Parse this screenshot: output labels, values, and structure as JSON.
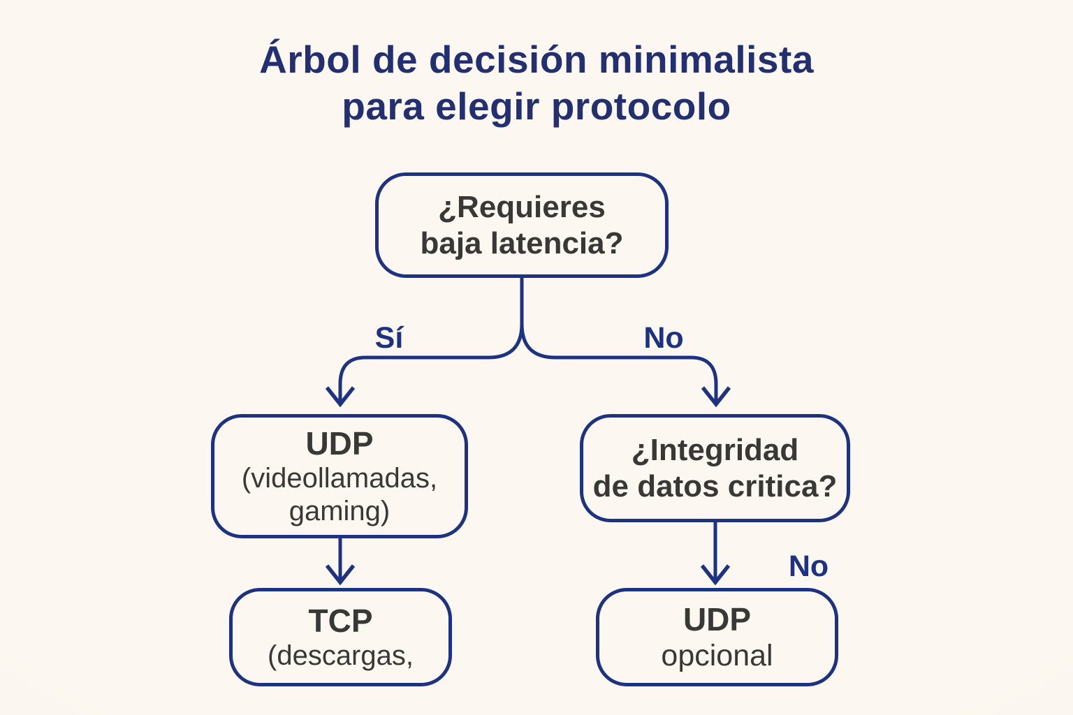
{
  "title": {
    "line1": "Árbol de decisión minimalista",
    "line2": "para elegir protocolo"
  },
  "nodes": {
    "root": {
      "line1": "¿Requieres",
      "line2": "baja latencia?"
    },
    "udp": {
      "title": "UDP",
      "line2": "(videollamadas,",
      "line3": "gaming)"
    },
    "integrity": {
      "line1": "¿Integridad",
      "line2": "de datos critica?"
    },
    "tcp": {
      "title": "TCP",
      "line2": "(descargas,"
    },
    "udp_optional": {
      "title": "UDP",
      "line2": "opcional"
    }
  },
  "edges": {
    "yes_label": "Sí",
    "no_label": "No",
    "no_label_bottom": "No"
  },
  "colors": {
    "background": "#faf5ee",
    "background_edge": "#f3ede5",
    "line": "#1d3282",
    "title_text": "#222f70",
    "node_text": "#383836",
    "node_fill": "#fcf8f1"
  }
}
